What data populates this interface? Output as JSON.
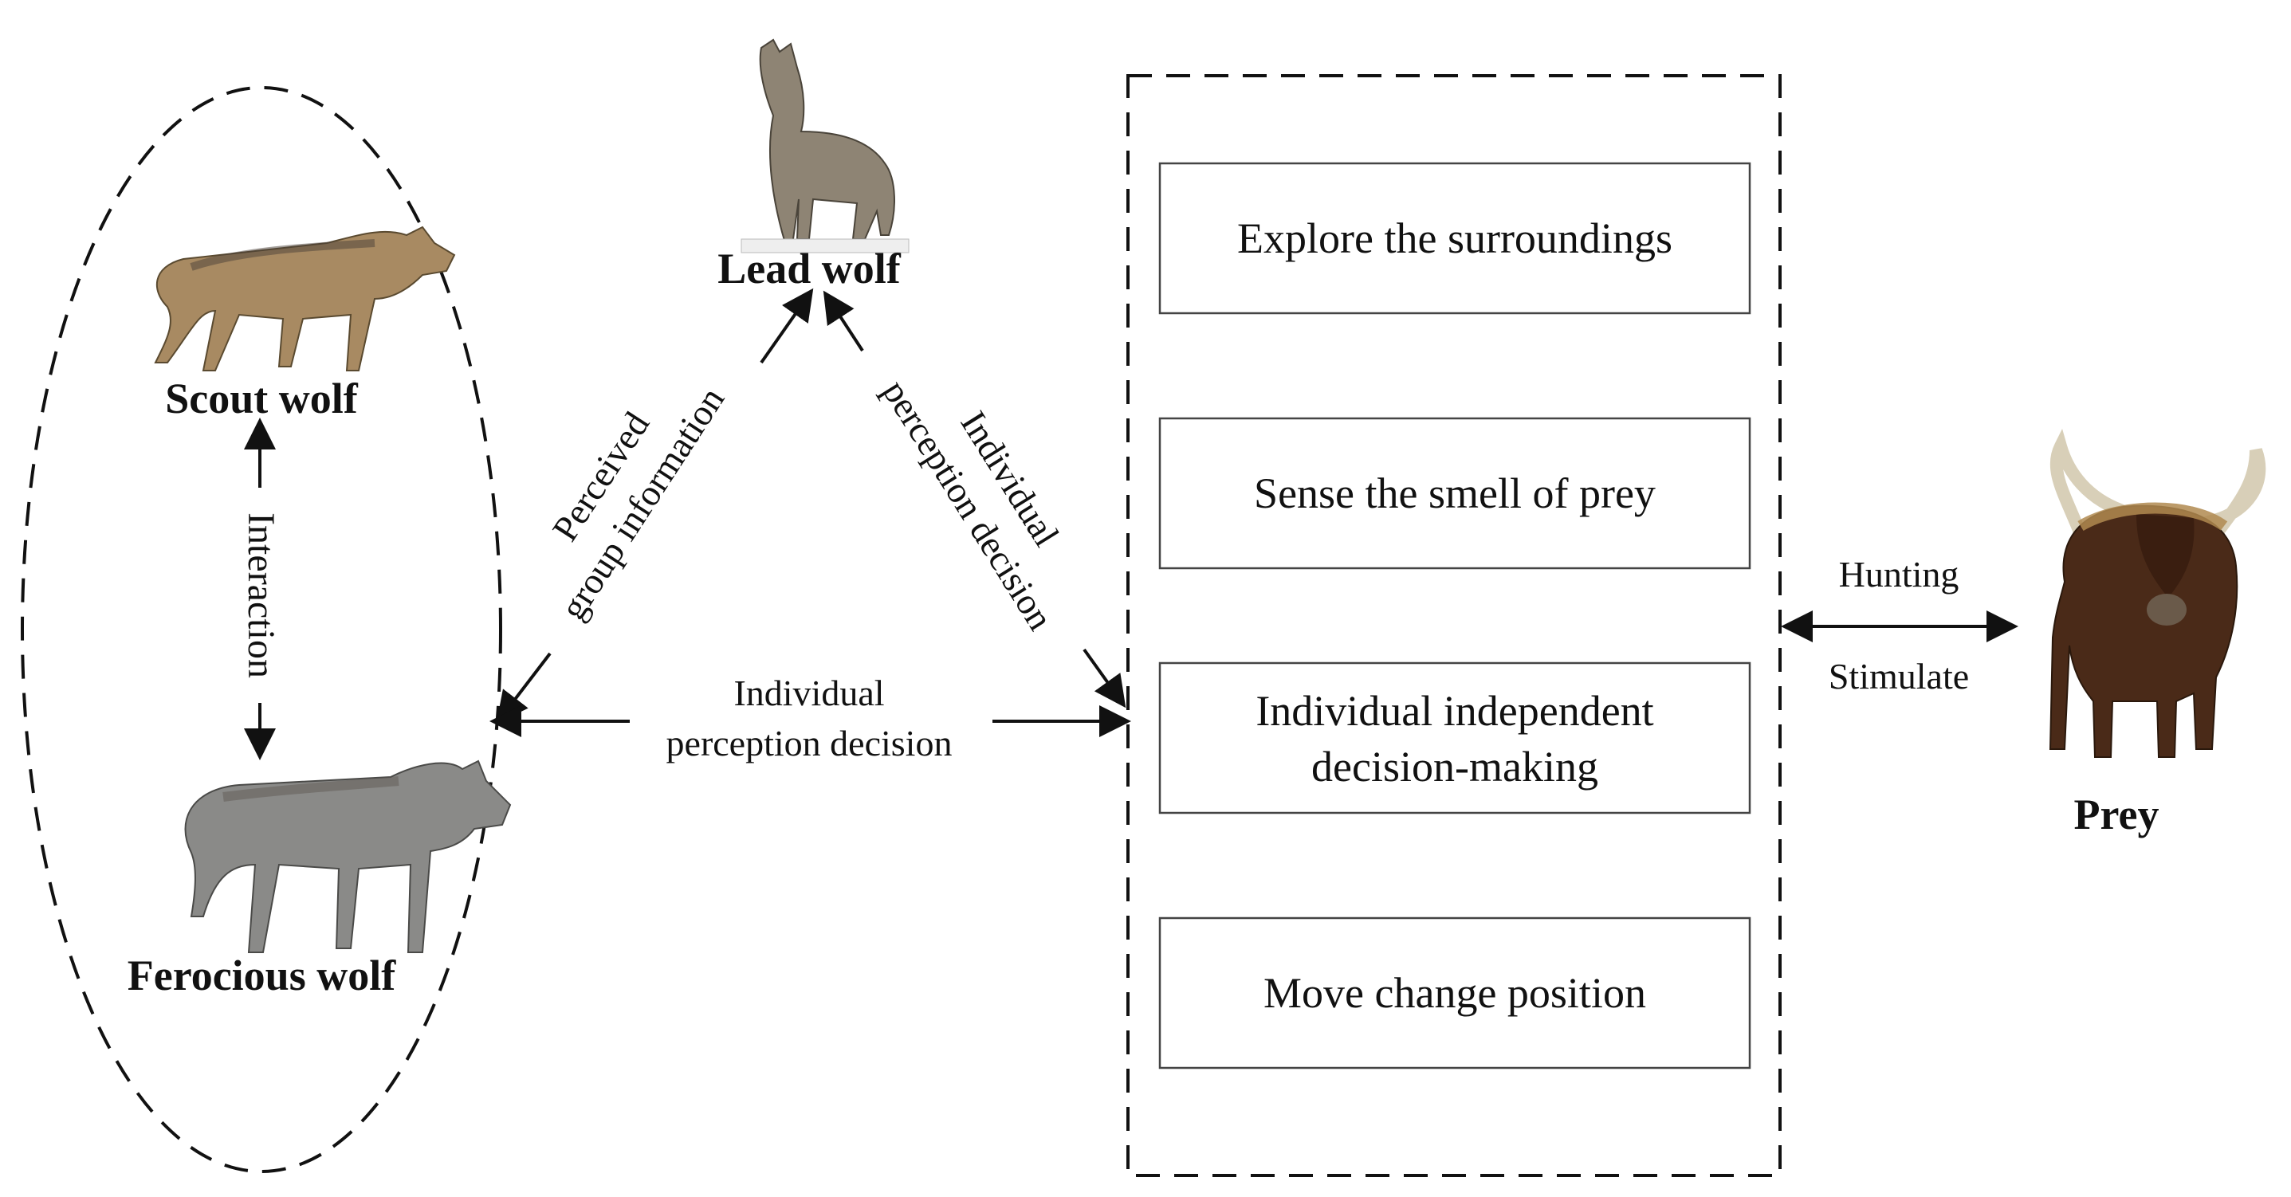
{
  "colors": {
    "stroke": "#111111",
    "background": "#ffffff",
    "wolf_tan": "#a88a62",
    "wolf_grey": "#8a8a88",
    "wolf_dark": "#5a5550",
    "yak_brown": "#4a2a18",
    "yak_horn": "#d8cfb8"
  },
  "icons": {
    "scout": "scout-wolf-icon",
    "ferocious": "ferocious-wolf-icon",
    "lead": "howling-wolf-icon",
    "prey": "yak-icon"
  },
  "labels": {
    "scout_wolf": "Scout wolf",
    "ferocious_wolf": "Ferocious wolf",
    "lead_wolf": "Lead wolf",
    "prey": "Prey",
    "interaction": "Interaction",
    "perceived_line1": "Perceived",
    "perceived_line2": "group information",
    "individual_right_line1": "Individual",
    "individual_right_line2": "perception decision",
    "individual_bottom_line1": "Individual",
    "individual_bottom_line2": "perception decision",
    "hunting": "Hunting",
    "stimulate": "Stimulate"
  },
  "behaviors": {
    "explore": "Explore the surroundings",
    "sense": "Sense the smell of prey",
    "individual_line1": "Individual independent",
    "individual_line2": "decision-making",
    "move": "Move change position"
  }
}
